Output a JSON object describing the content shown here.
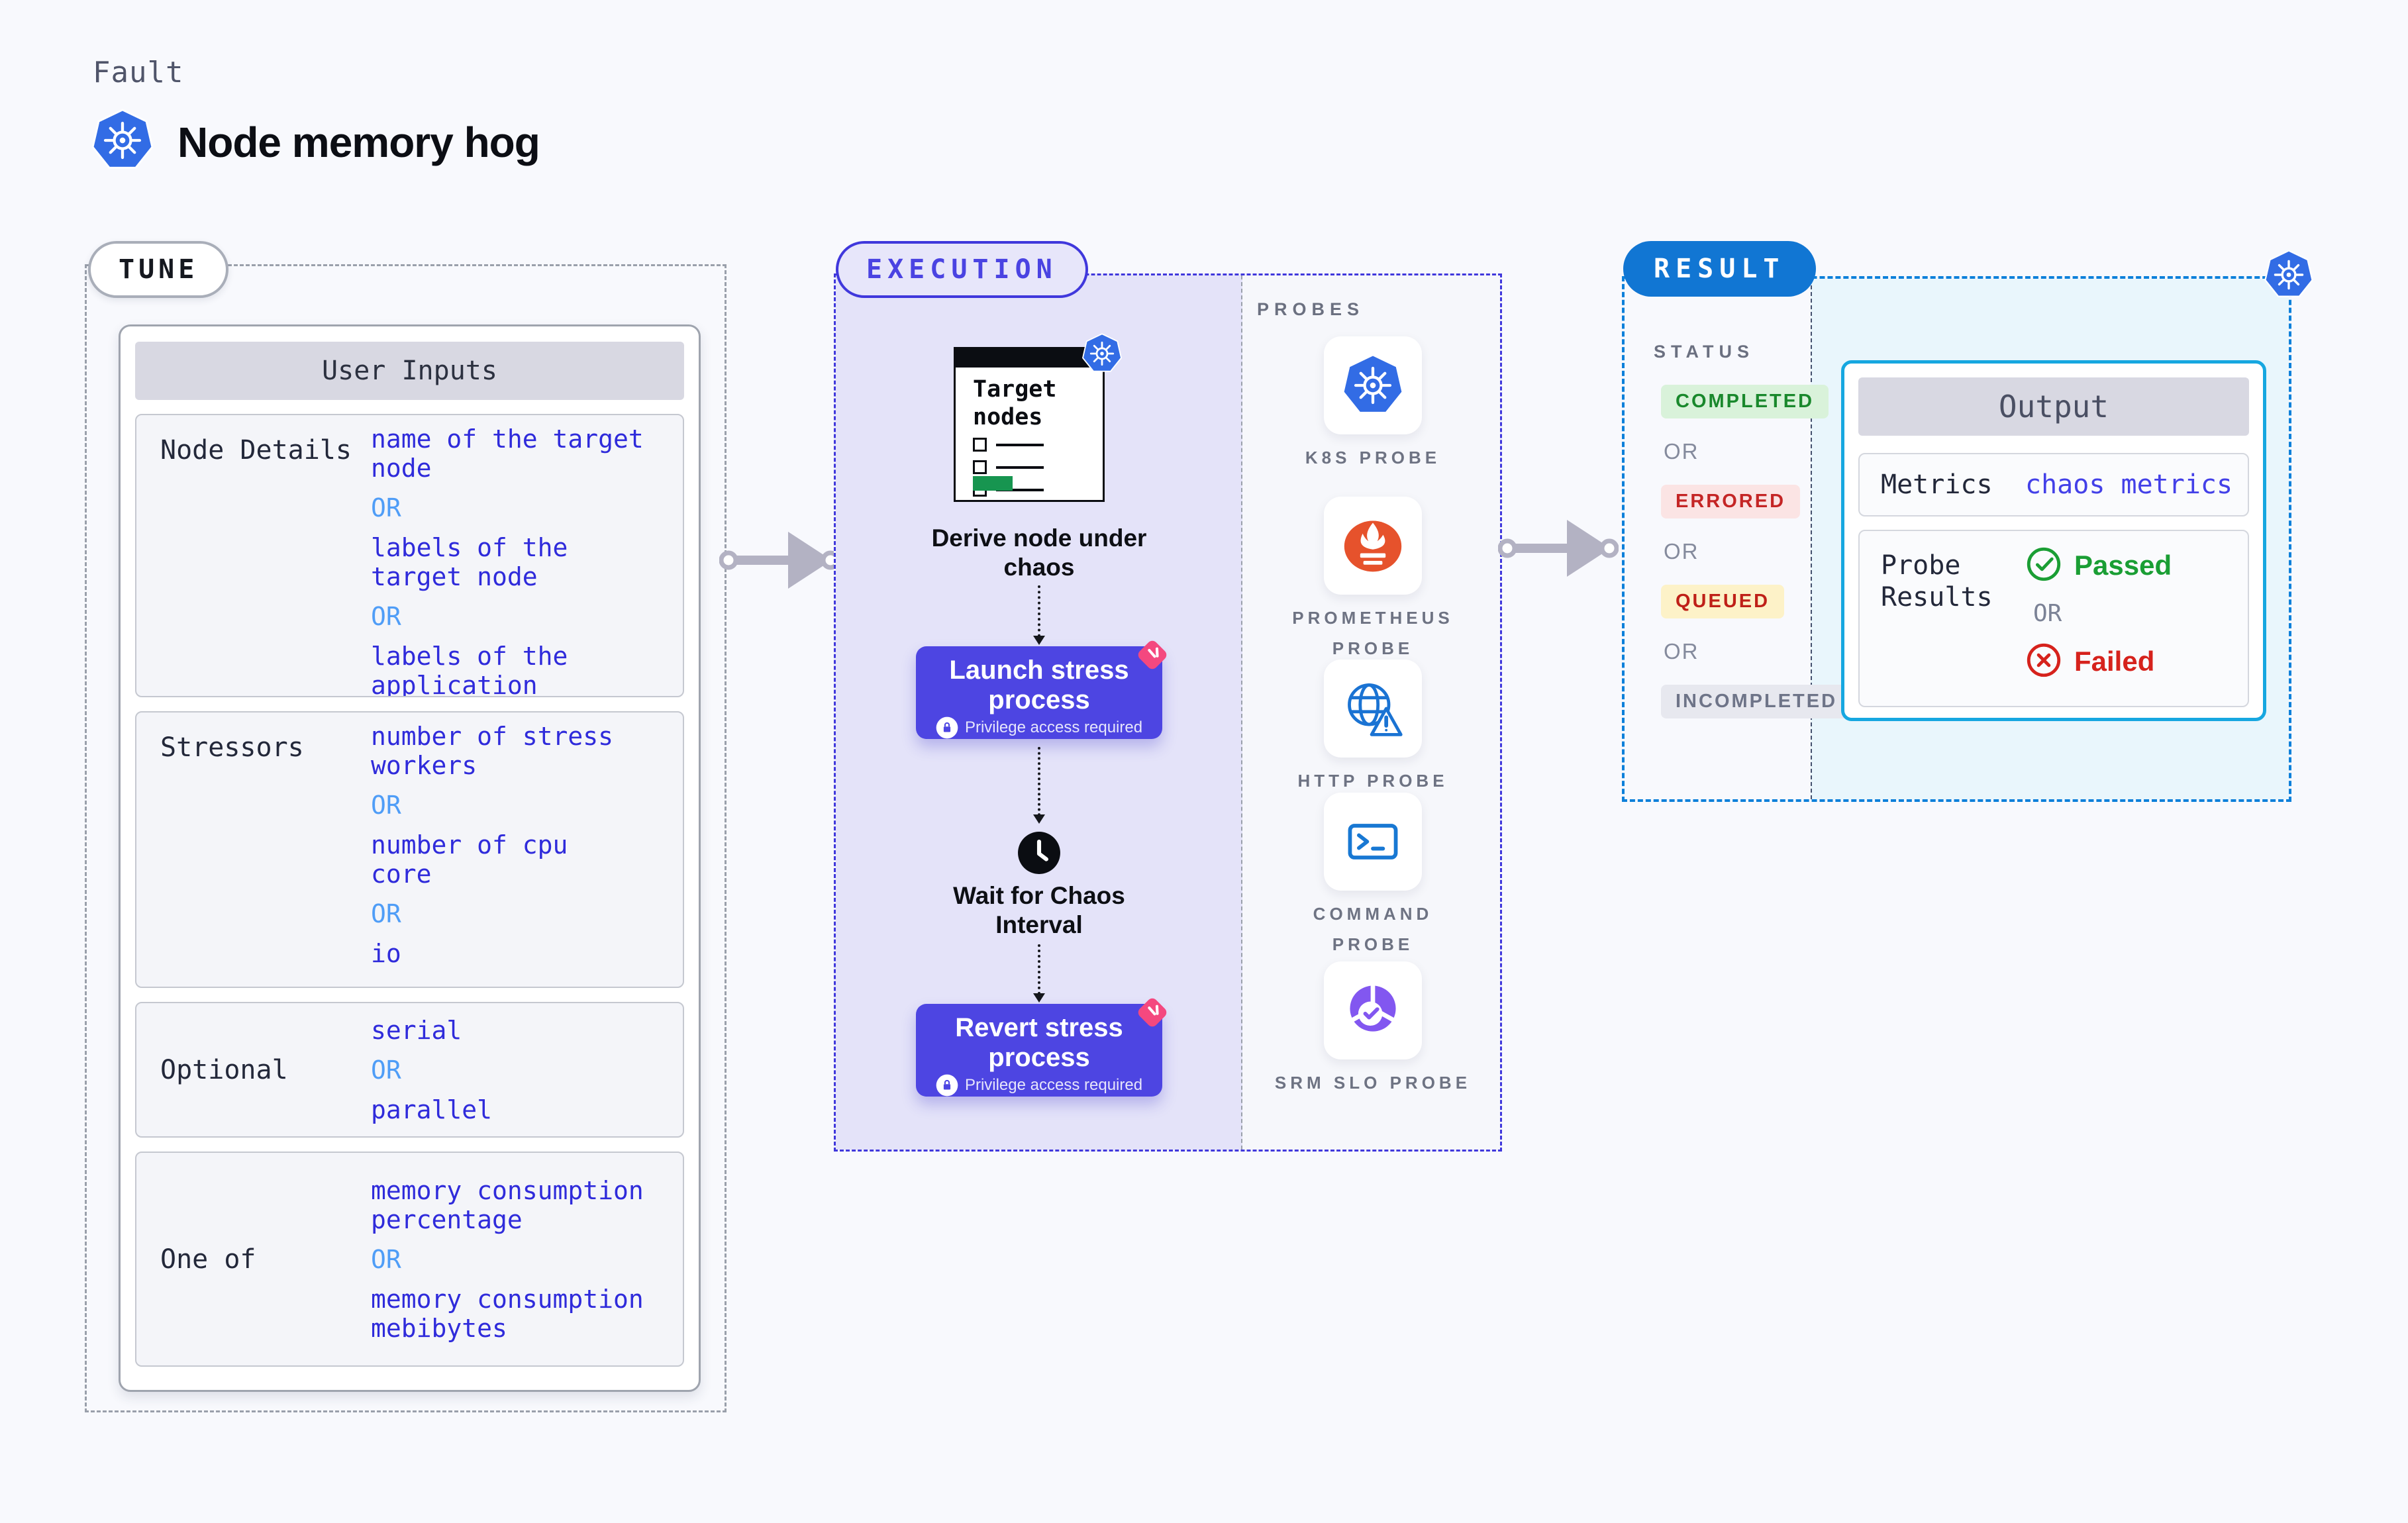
{
  "header": {
    "eyebrow": "Fault",
    "title": "Node memory hog"
  },
  "tune": {
    "badge": "TUNE",
    "table_title": "User Inputs",
    "rows": [
      {
        "label": "Node Details",
        "values": [
          "name of the target\nnode",
          "OR",
          "labels of the\ntarget node",
          "OR",
          "labels of the application\n scheduled on target node"
        ]
      },
      {
        "label": "Stressors",
        "values": [
          "number of stress\nworkers",
          "OR",
          "number of cpu\ncore",
          "OR",
          "io"
        ]
      },
      {
        "label": "Optional",
        "values": [
          "serial",
          "OR",
          "parallel"
        ]
      },
      {
        "label": "One of",
        "values": [
          "memory consumption\npercentage",
          "OR",
          "memory consumption\nmebibytes"
        ]
      }
    ]
  },
  "execution": {
    "badge": "EXECUTION",
    "target_card_title": "Target\nnodes",
    "derive_label": "Derive node under\nchaos",
    "launch_title": "Launch stress\nprocess",
    "privilege_label": "Privilege access required",
    "wait_label": "Wait for Chaos\nInterval",
    "revert_title": "Revert stress\nprocess",
    "probes": {
      "heading": "PROBES",
      "items": [
        {
          "label": "K8S PROBE",
          "icon": "kubernetes-icon"
        },
        {
          "label": "PROMETHEUS PROBE",
          "icon": "prometheus-icon"
        },
        {
          "label": "HTTP PROBE",
          "icon": "http-globe-icon"
        },
        {
          "label": "COMMAND PROBE",
          "icon": "command-terminal-icon"
        },
        {
          "label": "SRM SLO PROBE",
          "icon": "srm-slo-icon"
        }
      ]
    }
  },
  "result": {
    "badge": "RESULT",
    "status": {
      "heading": "STATUS",
      "sequence": [
        {
          "text": "COMPLETED",
          "type": "completed"
        },
        {
          "text": "OR",
          "type": "or"
        },
        {
          "text": "ERRORED",
          "type": "errored"
        },
        {
          "text": "OR",
          "type": "or"
        },
        {
          "text": "QUEUED",
          "type": "queued"
        },
        {
          "text": "OR",
          "type": "or"
        },
        {
          "text": "INCOMPLETED",
          "type": "incompleted"
        }
      ]
    },
    "output": {
      "title": "Output",
      "metrics_label": "Metrics",
      "metrics_value": "chaos metrics",
      "probe_results_label": "Probe\nResults",
      "passed_label": "Passed",
      "or_label": "OR",
      "failed_label": "Failed"
    }
  },
  "colors": {
    "accent_indigo": "#4038dc",
    "button_indigo": "#4d45e2",
    "result_blue": "#1176d3",
    "output_border": "#16a7e0",
    "value_blue": "#2f2bdb",
    "or_blue": "#4f9df7",
    "passed_green": "#1a9e34",
    "failed_red": "#d6221c",
    "ribbon_pink": "#f4487f",
    "k8s_blue": "#326ce5",
    "prometheus_orange": "#e6522c"
  }
}
